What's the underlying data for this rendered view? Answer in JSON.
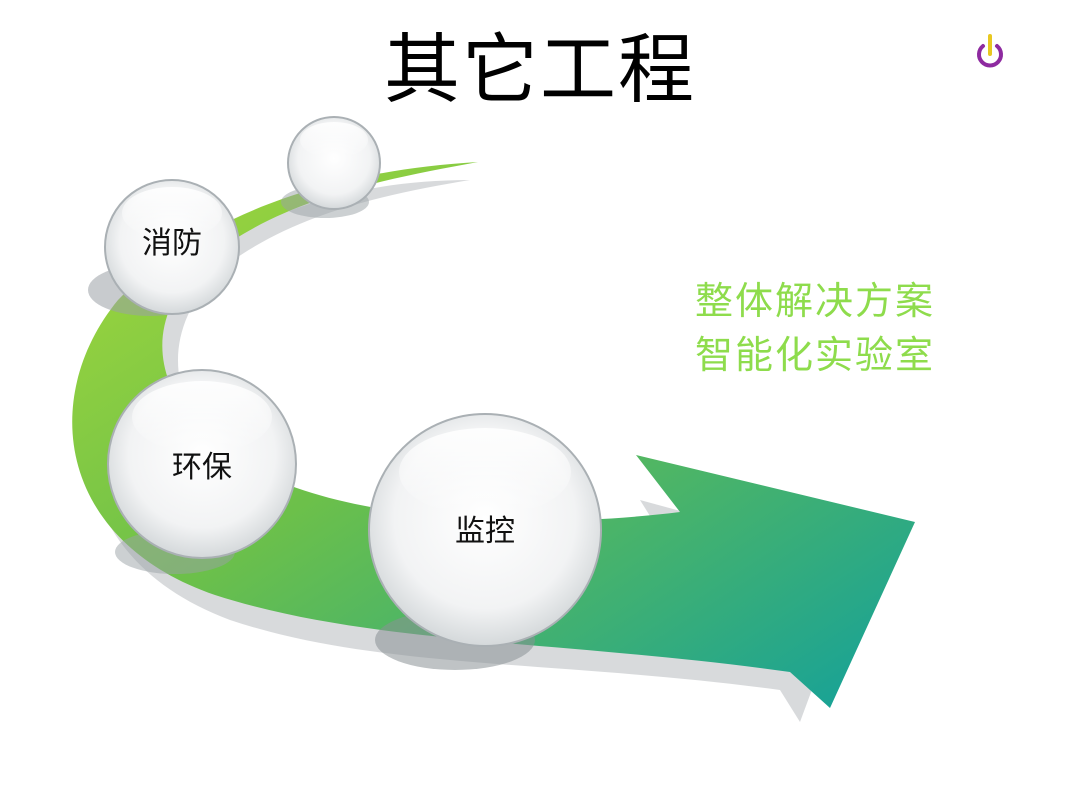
{
  "slide": {
    "title": "其它工程",
    "corner_icon": "power-icon",
    "nodes": [
      {
        "label": ""
      },
      {
        "label": "消防"
      },
      {
        "label": "环保"
      },
      {
        "label": "监控"
      }
    ],
    "side_text": [
      "整体解决方案",
      "智能化实验室"
    ],
    "colors": {
      "arrow_start": "#9ed43a",
      "arrow_end": "#16a09a",
      "side_text": "#8edc4c",
      "icon": "#8e2aa0"
    }
  }
}
